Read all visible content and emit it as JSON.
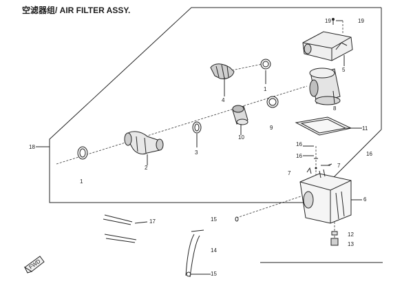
{
  "title": "空滤器组/ AIR FILTER ASSY.",
  "callouts": {
    "c1a": "1",
    "c1b": "1",
    "c2": "2",
    "c3": "3",
    "c4": "4",
    "c5": "5",
    "c6": "6",
    "c7a": "7",
    "c7b": "7",
    "c8": "8",
    "c9": "9",
    "c10": "10",
    "c11": "11",
    "c12": "12",
    "c13": "13",
    "c14": "14",
    "c15a": "15",
    "c15b": "15",
    "c16a": "16",
    "c16b": "16",
    "c16c": "16",
    "c17": "17",
    "c18": "18",
    "c19a": "19",
    "c19b": "19"
  },
  "fwd_label": "FWD"
}
